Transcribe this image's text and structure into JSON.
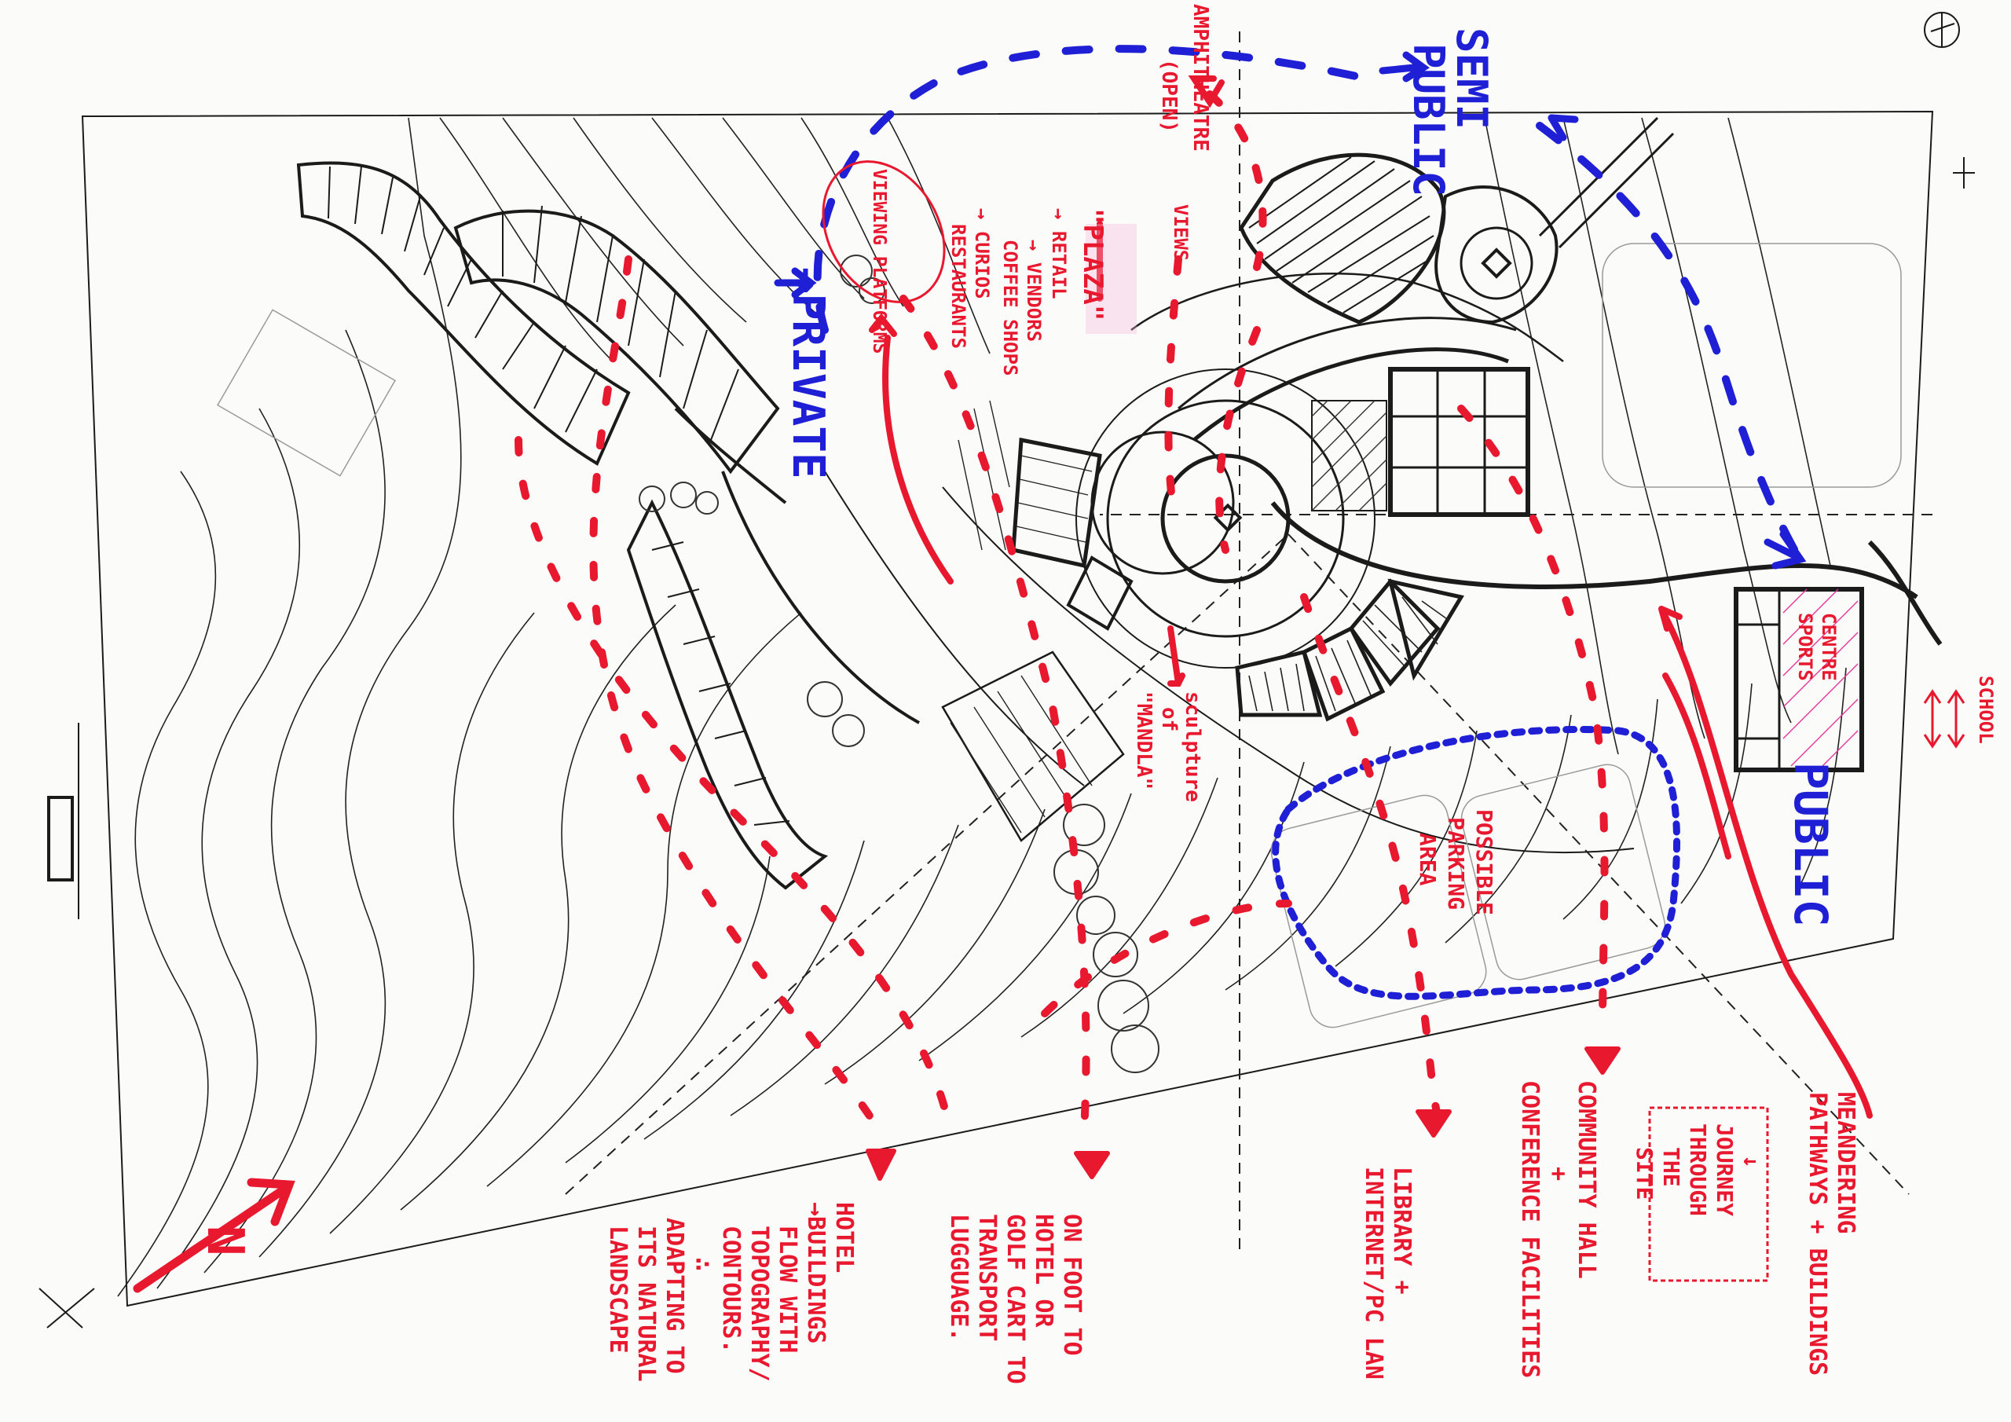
{
  "labels": {
    "amphitheatre": "AMPHITHEATRE",
    "open": "(OPEN)",
    "semi": "SEMI",
    "public_top": "PUBLIC",
    "private": "→PRIVATE",
    "viewing_platforms": "VIEWING PLATFORMS",
    "plaza": "\"PLAZA\"",
    "retail": "→ RETAIL",
    "vendors": "→ VENDORS",
    "coffee_shops": "COFFEE SHOPS",
    "curios": "→ CURIOS",
    "restaurants": "RESTAURANTS",
    "views": "VIEWS",
    "sculpture_1": "sculpture",
    "sculpture_2": "of",
    "sculpture_3": "\"MANDLA\"",
    "possible_parking_1": "POSSIBLE",
    "possible_parking_2": "PARKING",
    "possible_parking_3": "AREA",
    "sports_1": "SPORTS",
    "sports_2": "CENTRE",
    "school": "SCHOOL",
    "public_right": "PUBLIC",
    "north": "N",
    "hotel_1": "HOTEL",
    "hotel_2": "→BUILDINGS",
    "hotel_3": "FLOW WITH",
    "hotel_4": "TOPOGRAPHY/",
    "hotel_5": "CONTOURS.",
    "hotel_6": "∴",
    "hotel_7": "ADAPTING TO",
    "hotel_8": "ITS NATURAL",
    "hotel_9": "LANDSCAPE",
    "foot_1": "ON FOOT TO",
    "foot_2": "HOTEL OR",
    "foot_3": "GOLF CART TO",
    "foot_4": "TRANSPORT",
    "foot_5": "LUGGUAGE.",
    "library_1": "LIBRARY +",
    "library_2": "INTERNET/PC LAN",
    "community_1": "COMMUNITY HALL",
    "community_2": "+",
    "community_3": "CONFERENCE FACILITIES",
    "meander_1": "MEANDERING",
    "meander_2": "PATHWAYS + BUILDINGS",
    "journey_1": "↓",
    "journey_2": "JOURNEY",
    "journey_3": "THROUGH",
    "journey_4": "THE",
    "journey_5": "SITE"
  },
  "colors": {
    "ink": "#1b1b1b",
    "red": "#e8182f",
    "blue": "#1f1fd6",
    "pink": "#e33a9a"
  }
}
